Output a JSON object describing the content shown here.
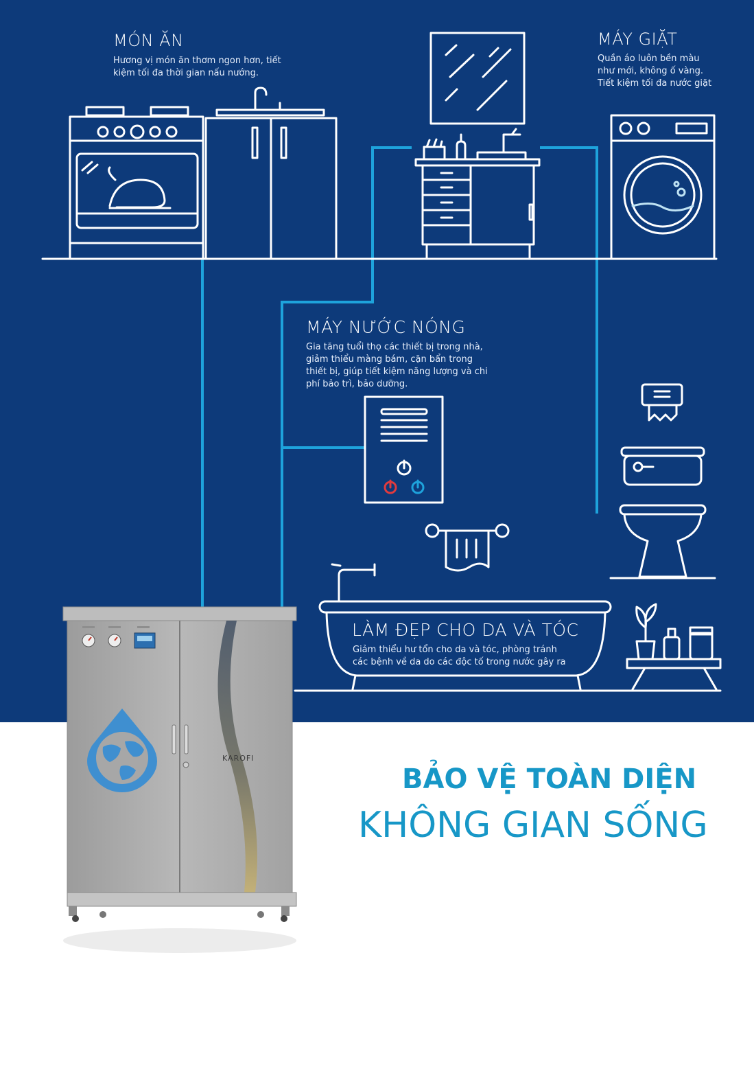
{
  "sections": {
    "food": {
      "title": "MÓN ĂN",
      "desc": [
        "Hương vị món ăn thơm ngon hơn, tiết",
        "kiệm tối đa thời gian nấu nướng."
      ]
    },
    "washing": {
      "title": "MÁY GIẶT",
      "desc": [
        "Quần áo luôn bền màu",
        "như mới, không ố vàng.",
        "Tiết kiệm tối đa nước giặt"
      ]
    },
    "heater": {
      "title": "MÁY NƯỚC NÓNG",
      "desc": [
        "Gia tăng tuổi thọ các thiết bị trong nhà,",
        "giảm thiểu màng bám, cặn bẩn trong",
        "thiết bị, giúp tiết kiệm năng lượng và chi",
        "phí bảo trì, bảo dưỡng."
      ]
    },
    "beauty": {
      "title": "LÀM ĐẸP CHO DA VÀ TÓC",
      "desc": [
        "Giảm thiểu hư tổn cho da và tóc, phòng tránh",
        "các bệnh về da do các độc tố trong nước gây ra"
      ]
    }
  },
  "tagline": {
    "line1": "BẢO VỆ TOÀN DIỆN",
    "line2": "KHÔNG GIAN SỐNG"
  },
  "product": {
    "brand": "KAROFI"
  },
  "colors": {
    "panel": "#0d3a7a",
    "pipe": "#1ea3dc",
    "tagline": "#1797c7",
    "cabinet": "#a9a9a9"
  },
  "icons": [
    "oven-icon",
    "sink-cabinet-icon",
    "mirror-icon",
    "bathroom-vanity-icon",
    "washing-machine-icon",
    "water-heater-icon",
    "towel-rack-icon",
    "toilet-paper-icon",
    "toilet-icon",
    "bathtub-icon",
    "shelf-plant-icon",
    "water-drop-globe-icon"
  ]
}
